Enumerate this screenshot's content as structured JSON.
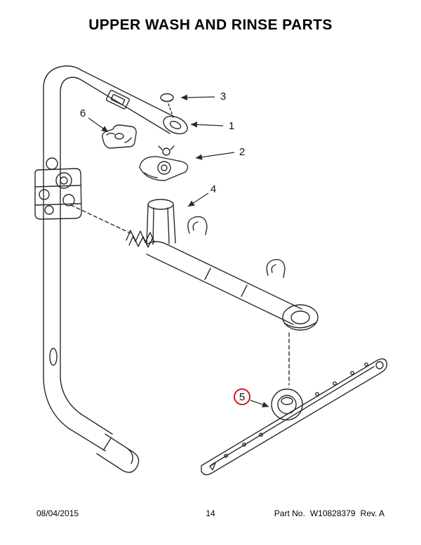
{
  "page": {
    "title": "UPPER WASH AND RINSE PARTS"
  },
  "callouts": [
    {
      "number": "1",
      "highlighted": false
    },
    {
      "number": "2",
      "highlighted": false
    },
    {
      "number": "3",
      "highlighted": false
    },
    {
      "number": "4",
      "highlighted": false
    },
    {
      "number": "5",
      "highlighted": true
    },
    {
      "number": "6",
      "highlighted": false
    }
  ],
  "footer": {
    "date": "08/04/2015",
    "page_number": "14",
    "part_label": "Part No.",
    "part_number": "W10828379",
    "revision": "Rev.  A"
  },
  "colors": {
    "line": "#2a2a2a",
    "highlight": "#cc0000"
  }
}
